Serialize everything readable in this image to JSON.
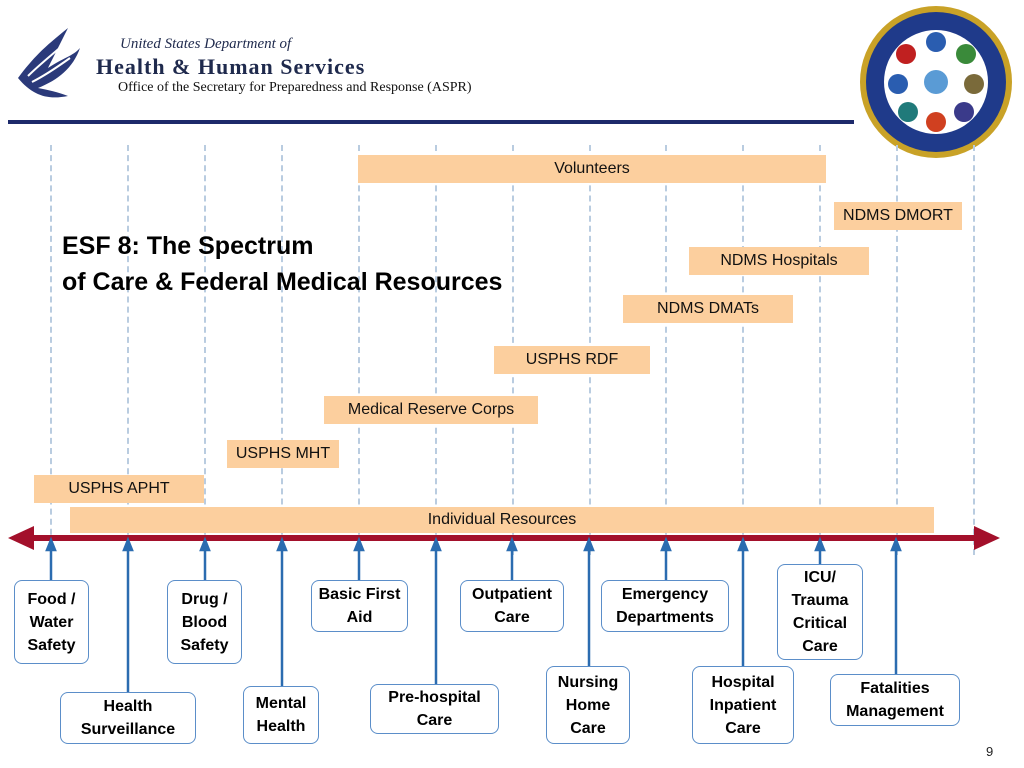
{
  "header": {
    "dept_line": "United States Department of",
    "agency": "Health & Human Services",
    "office": "Office of the Secretary for Preparedness and Response (ASPR)"
  },
  "title": {
    "line1": "ESF 8:  The Spectrum",
    "line2": "of Care & Federal Medical Resources"
  },
  "resources": {
    "volunteers": "Volunteers",
    "ndms_dmort": "NDMS DMORT",
    "ndms_hospitals": "NDMS Hospitals",
    "ndms_dmats": "NDMS DMATs",
    "usphs_rdf": "USPHS RDF",
    "mrc": "Medical Reserve Corps",
    "usphs_mht": "USPHS MHT",
    "usphs_apht": "USPHS APHT",
    "individual": "Individual Resources"
  },
  "care": {
    "food": "Food / Water Safety",
    "health_surv": "Health Surveillance",
    "drug": "Drug / Blood Safety",
    "mental": "Mental Health",
    "first_aid": "Basic First Aid",
    "prehospital": "Pre-hospital Care",
    "outpatient": "Outpatient Care",
    "nursing": "Nursing Home Care",
    "emergency": "Emergency Departments",
    "hospital": "Hospital Inpatient Care",
    "icu": "ICU/ Trauma Critical Care",
    "fatalities": "Fatalities Management"
  },
  "page_number": "9",
  "colors": {
    "bar": "#fccf9e",
    "arrow": "#a3102b",
    "box_border": "#5b8ec9",
    "connector": "#2b6cb0"
  }
}
